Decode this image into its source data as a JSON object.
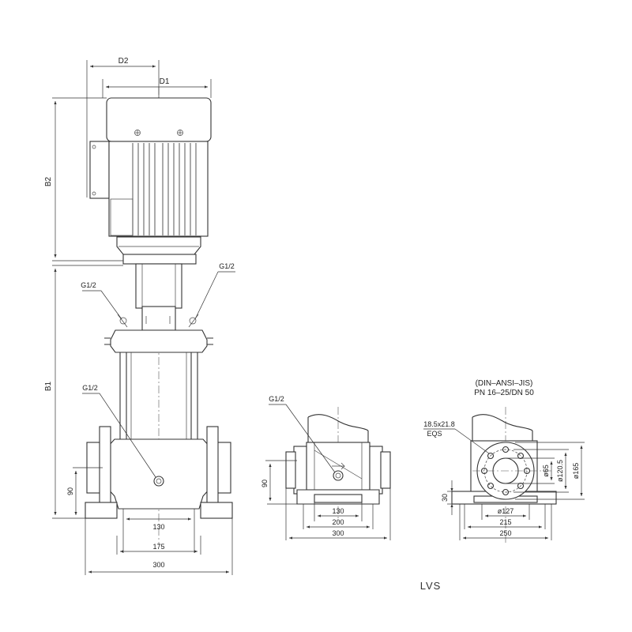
{
  "dimensions": {
    "d2": "D2",
    "d1": "D1",
    "b2": "B2",
    "b1": "B1",
    "h90": "90",
    "w130": "130",
    "w175": "175",
    "w300": "300",
    "w200": "200",
    "h30": "30",
    "d127": "ø127",
    "w215": "215",
    "w250": "250",
    "d65": "ø65",
    "d1205": "ø120.5",
    "d165": "ø165"
  },
  "ports": {
    "g12": "G1/2"
  },
  "flange": {
    "standard": "(DIN–ANSI–JIS)",
    "rating": "PN 16–25/DN 50",
    "hole": "18.5x21.8",
    "eqs": "EQS"
  },
  "model": "LVS",
  "colors": {
    "line": "#333333",
    "background": "#ffffff"
  }
}
